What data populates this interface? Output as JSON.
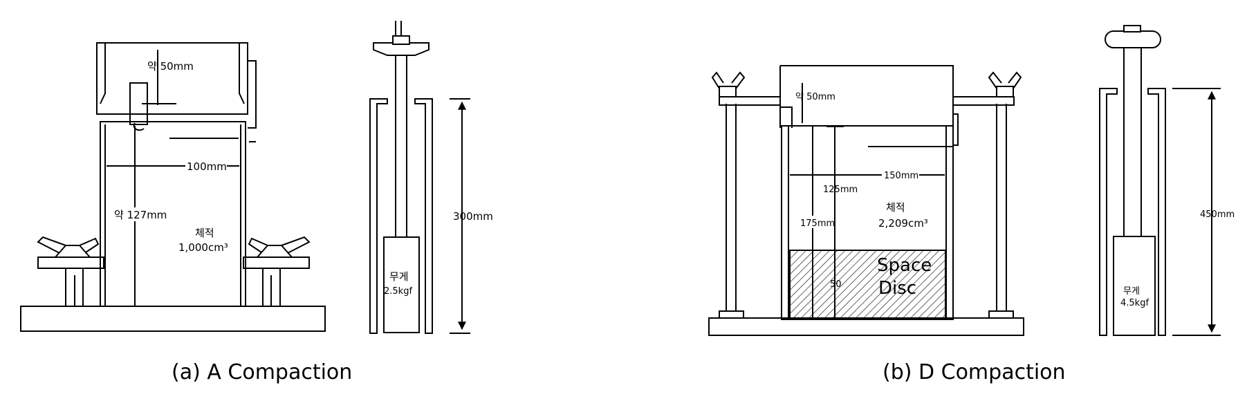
{
  "panel_a": {
    "caption": "(a) A Compaction",
    "collar_height": "약 50mm",
    "inner_diameter": "100mm",
    "mold_height": "약 127mm",
    "volume_label": "체적",
    "volume_value": "1,000cm³",
    "drop_height": "300mm",
    "weight_label": "무게",
    "weight_value": "2.5kgf"
  },
  "panel_b": {
    "caption": "(b) D Compaction",
    "collar_height": "약 50mm",
    "inner_diameter": "150mm",
    "height_125": "125mm",
    "height_175": "175mm",
    "volume_label": "체적",
    "volume_value": "2,209cm³",
    "disc_height": "50",
    "disc_label_1": "Space",
    "disc_label_2": "Disc",
    "drop_height": "450mm",
    "weight_label": "무게",
    "weight_value": "4.5kgf"
  }
}
